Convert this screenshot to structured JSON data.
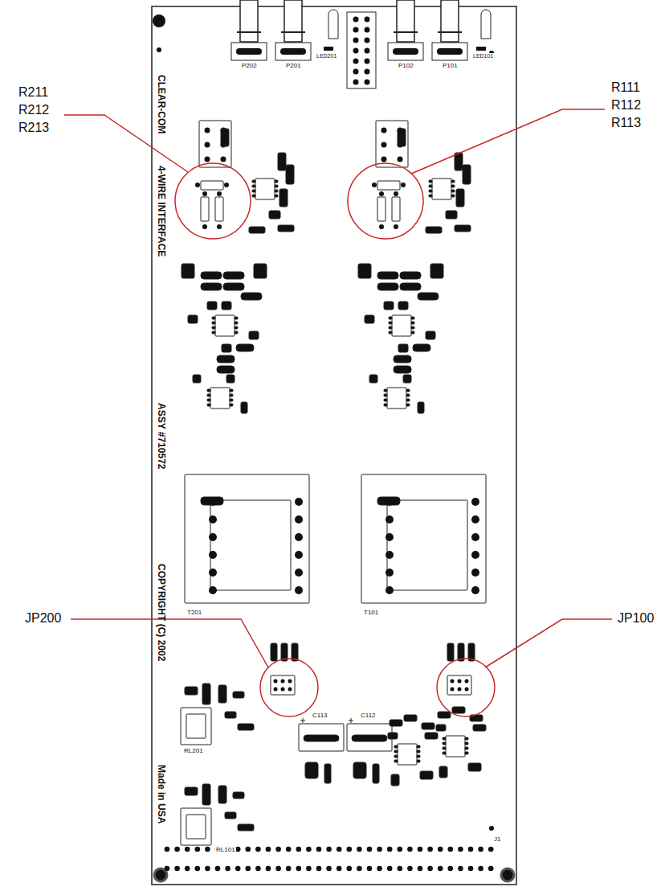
{
  "diagram": {
    "labels": [
      "R211",
      "R212",
      "R213",
      "R111",
      "R112",
      "R113",
      "JP200",
      "JP100",
      "CLEAR-COM",
      "4-WIRE INTERFACE",
      "ASSY #710572",
      "COPYRIGHT (C) 2002",
      "Made in USA",
      "P202",
      "P201",
      "P102",
      "P101",
      "LED201",
      "LED101",
      "T201",
      "T101",
      "RL201",
      "RL101",
      "C113",
      "C112",
      "J1"
    ]
  }
}
